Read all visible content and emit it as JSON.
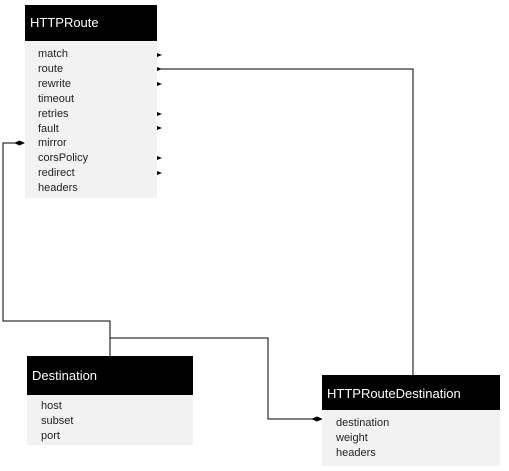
{
  "boxes": {
    "httproute": {
      "title": "HTTPRoute",
      "fields": [
        "match",
        "route",
        "rewrite",
        "timeout",
        "retries",
        "fault",
        "mirror",
        "corsPolicy",
        "redirect",
        "headers"
      ]
    },
    "destination": {
      "title": "Destination",
      "fields": [
        "host",
        "subset",
        "port"
      ]
    },
    "httproute_destination": {
      "title": "HTTPRouteDestination",
      "fields": [
        "destination",
        "weight",
        "headers"
      ]
    }
  },
  "colors": {
    "header_bg": "#000000",
    "header_text": "#ffffff",
    "body_bg": "#f2f2f2",
    "line": "#000000"
  }
}
